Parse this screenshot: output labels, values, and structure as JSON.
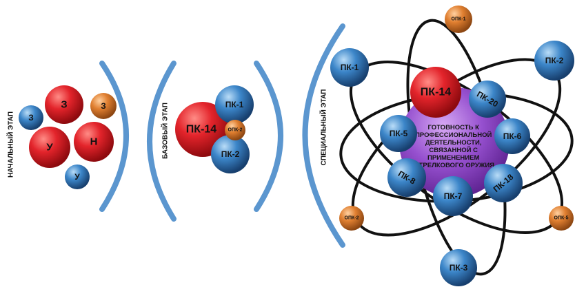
{
  "stages": {
    "initial": "НАЧАЛЬНЫЙ ЭТАП",
    "basic": "БАЗОВЫЙ ЭТАП",
    "special": "СПЕЦИАЛЬНЫЙ ЭТАП"
  },
  "initial_nodes": {
    "z_red": "З",
    "z_orange": "З",
    "z_blue": "З",
    "u_red": "У",
    "n_red": "Н",
    "u_blue": "У"
  },
  "basic_nodes": {
    "pk14": "ПК-14",
    "opk2": "ОПК-2",
    "pk1": "ПК-1",
    "pk2": "ПК-2"
  },
  "special_nodes": {
    "center": [
      "ГОТОВНОСТЬ К",
      "ПРОФЕССИОНАЛЬНОЙ",
      "ДЕЯТЕЛЬНОСТИ,",
      "СВЯЗАННОЙ С",
      "ПРИМЕНЕНИЕМ",
      "СТРЕЛКОВОГО ОРУЖИЯ"
    ],
    "pk14": "ПК-14",
    "pk20": "ПК-20",
    "pk5": "ПК-5",
    "pk6": "ПК-6",
    "pk8": "ПК-8",
    "pk7": "ПК-7",
    "pk18": "ПК-18",
    "pk1": "ПК-1",
    "pk2": "ПК-2",
    "pk3": "ПК-3",
    "opk1": "ОПК-1",
    "opk2": "ОПК-2",
    "opk5": "ОПК-5"
  },
  "colors": {
    "red": "#d8121b",
    "blue": "#2e79c0",
    "orange": "#d9762a",
    "purple": "#8a45c2",
    "bracket": "#5b96cf",
    "orbit": "#111111"
  }
}
